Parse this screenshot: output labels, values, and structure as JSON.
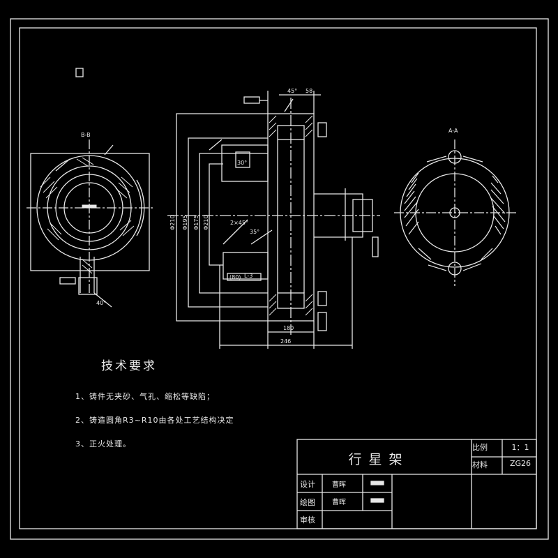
{
  "title_block": {
    "part_name": "行星架",
    "scale_label": "比例",
    "scale": "1：1",
    "material_label": "材料",
    "material": "ZG26",
    "design_label": "设计",
    "drawn_label": "绘图",
    "check_label": "审核",
    "designer": "曹晖",
    "drafter": "曹晖"
  },
  "technical_requirements": {
    "title": "技术要求",
    "items": [
      "1、铸件无夹砂、气孔、缩松等缺陷；",
      "2、铸造圆角R3~R10由各处工艺结构决定",
      "3、正火处理。"
    ]
  },
  "views": {
    "left_section_label": "B-B",
    "right_section_label": "A-A"
  },
  "dimensions": {
    "top": [
      "45°",
      "58"
    ],
    "vertical": [
      "Φ210",
      "Φ195",
      "Φ175",
      "Φ210"
    ],
    "bottom": [
      "180",
      "246",
      "(80)",
      "L-3"
    ],
    "misc": [
      "2×45°",
      "35°",
      "30°",
      "40°"
    ]
  },
  "colors": {
    "background": "#000000",
    "line": "#e8e8e8"
  }
}
